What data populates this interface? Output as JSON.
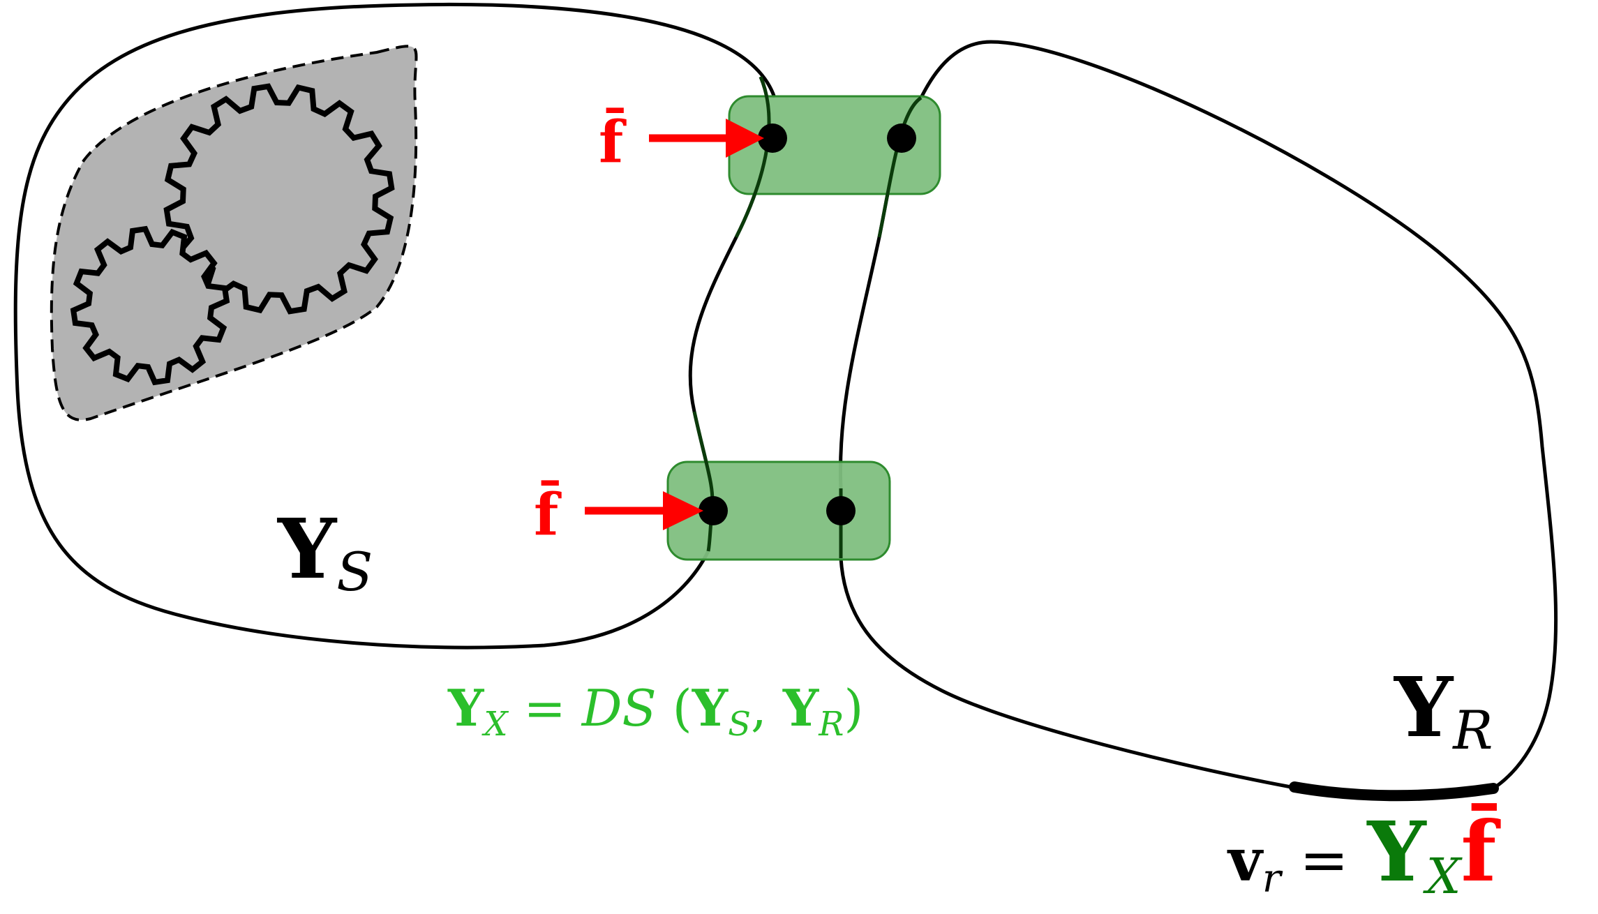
{
  "labels": {
    "ys": {
      "main": "Y",
      "sub": "S"
    },
    "yr": {
      "main": "Y",
      "sub": "R"
    },
    "force_top": "f̄",
    "force_bottom": "f̄",
    "decoupled": {
      "lhs_main": "Y",
      "lhs_sub": "X",
      "eq": " = ",
      "func": "DS",
      "open": " (",
      "arg1_main": "Y",
      "arg1_sub": "S",
      "comma": ", ",
      "arg2_main": "Y",
      "arg2_sub": "R",
      "close": ")"
    },
    "response": {
      "v_main": "v",
      "v_sub": "r",
      "eq": " = ",
      "y_main": "Y",
      "y_sub": "X",
      "f": "f̄"
    }
  },
  "colors": {
    "outline": "#000000",
    "gear_region": "#b3b3b3",
    "interface_fill": "#7fbf7f",
    "interface_stroke": "#2e8b2e",
    "force": "#ff0000",
    "formula_green": "#2bbf2b",
    "dark_green": "#0a7a0a"
  }
}
